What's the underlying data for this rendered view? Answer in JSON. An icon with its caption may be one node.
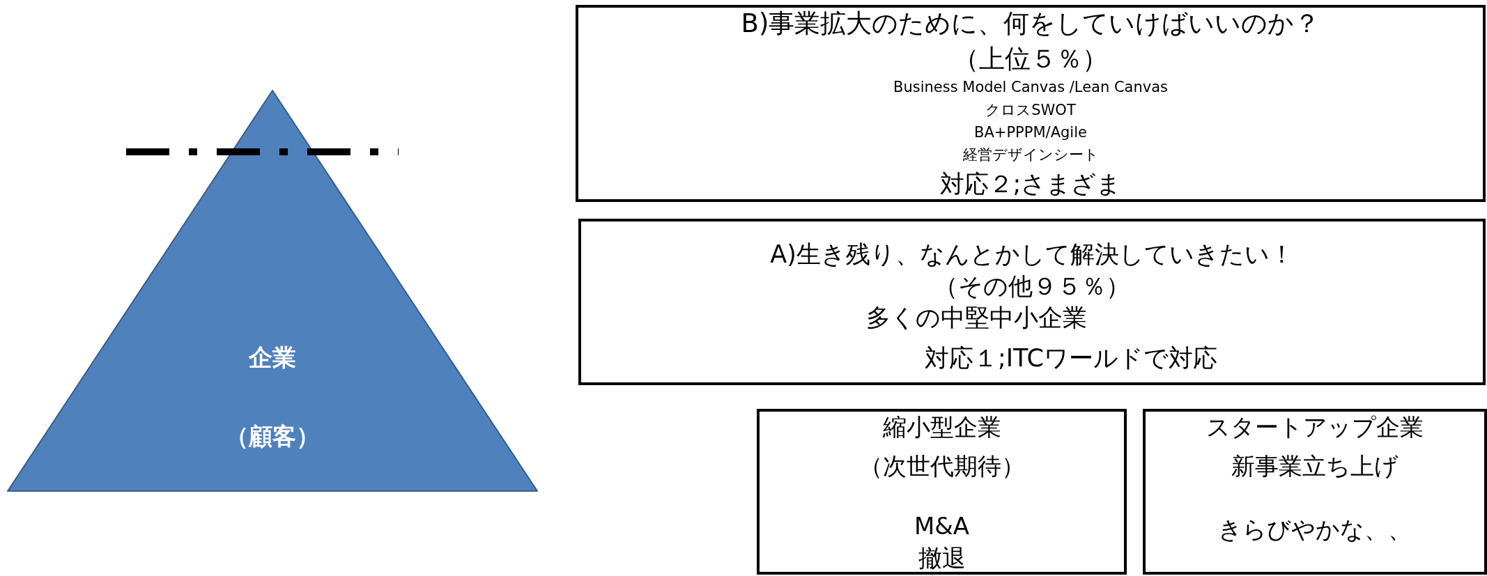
{
  "diagram": {
    "nodes": [
      {
        "text": [
          "企業",
          "（顧客）"
        ]
      },
      {
        "text": [
          "B)事業拡大のために、何をしていけばいいのか？",
          "（上位５％）",
          "Business Model Canvas /Lean Canvas",
          "クロスSWOT",
          "BA+PPPM/Agile",
          "経営デザインシート",
          "対応２;さまざま"
        ]
      },
      {
        "text": [
          "A)生き残り、なんとかして解決していきたい！",
          "（その他９５％）",
          "多くの中堅中小企業",
          "対応１;ITCワールドで対応"
        ]
      },
      {
        "text": [
          "縮小型企業",
          "（次世代期待）",
          "M&A",
          "撤退"
        ]
      },
      {
        "text": [
          "スタートアップ企業",
          "新事業立ち上げ",
          "きらびやかな、、"
        ]
      }
    ]
  }
}
